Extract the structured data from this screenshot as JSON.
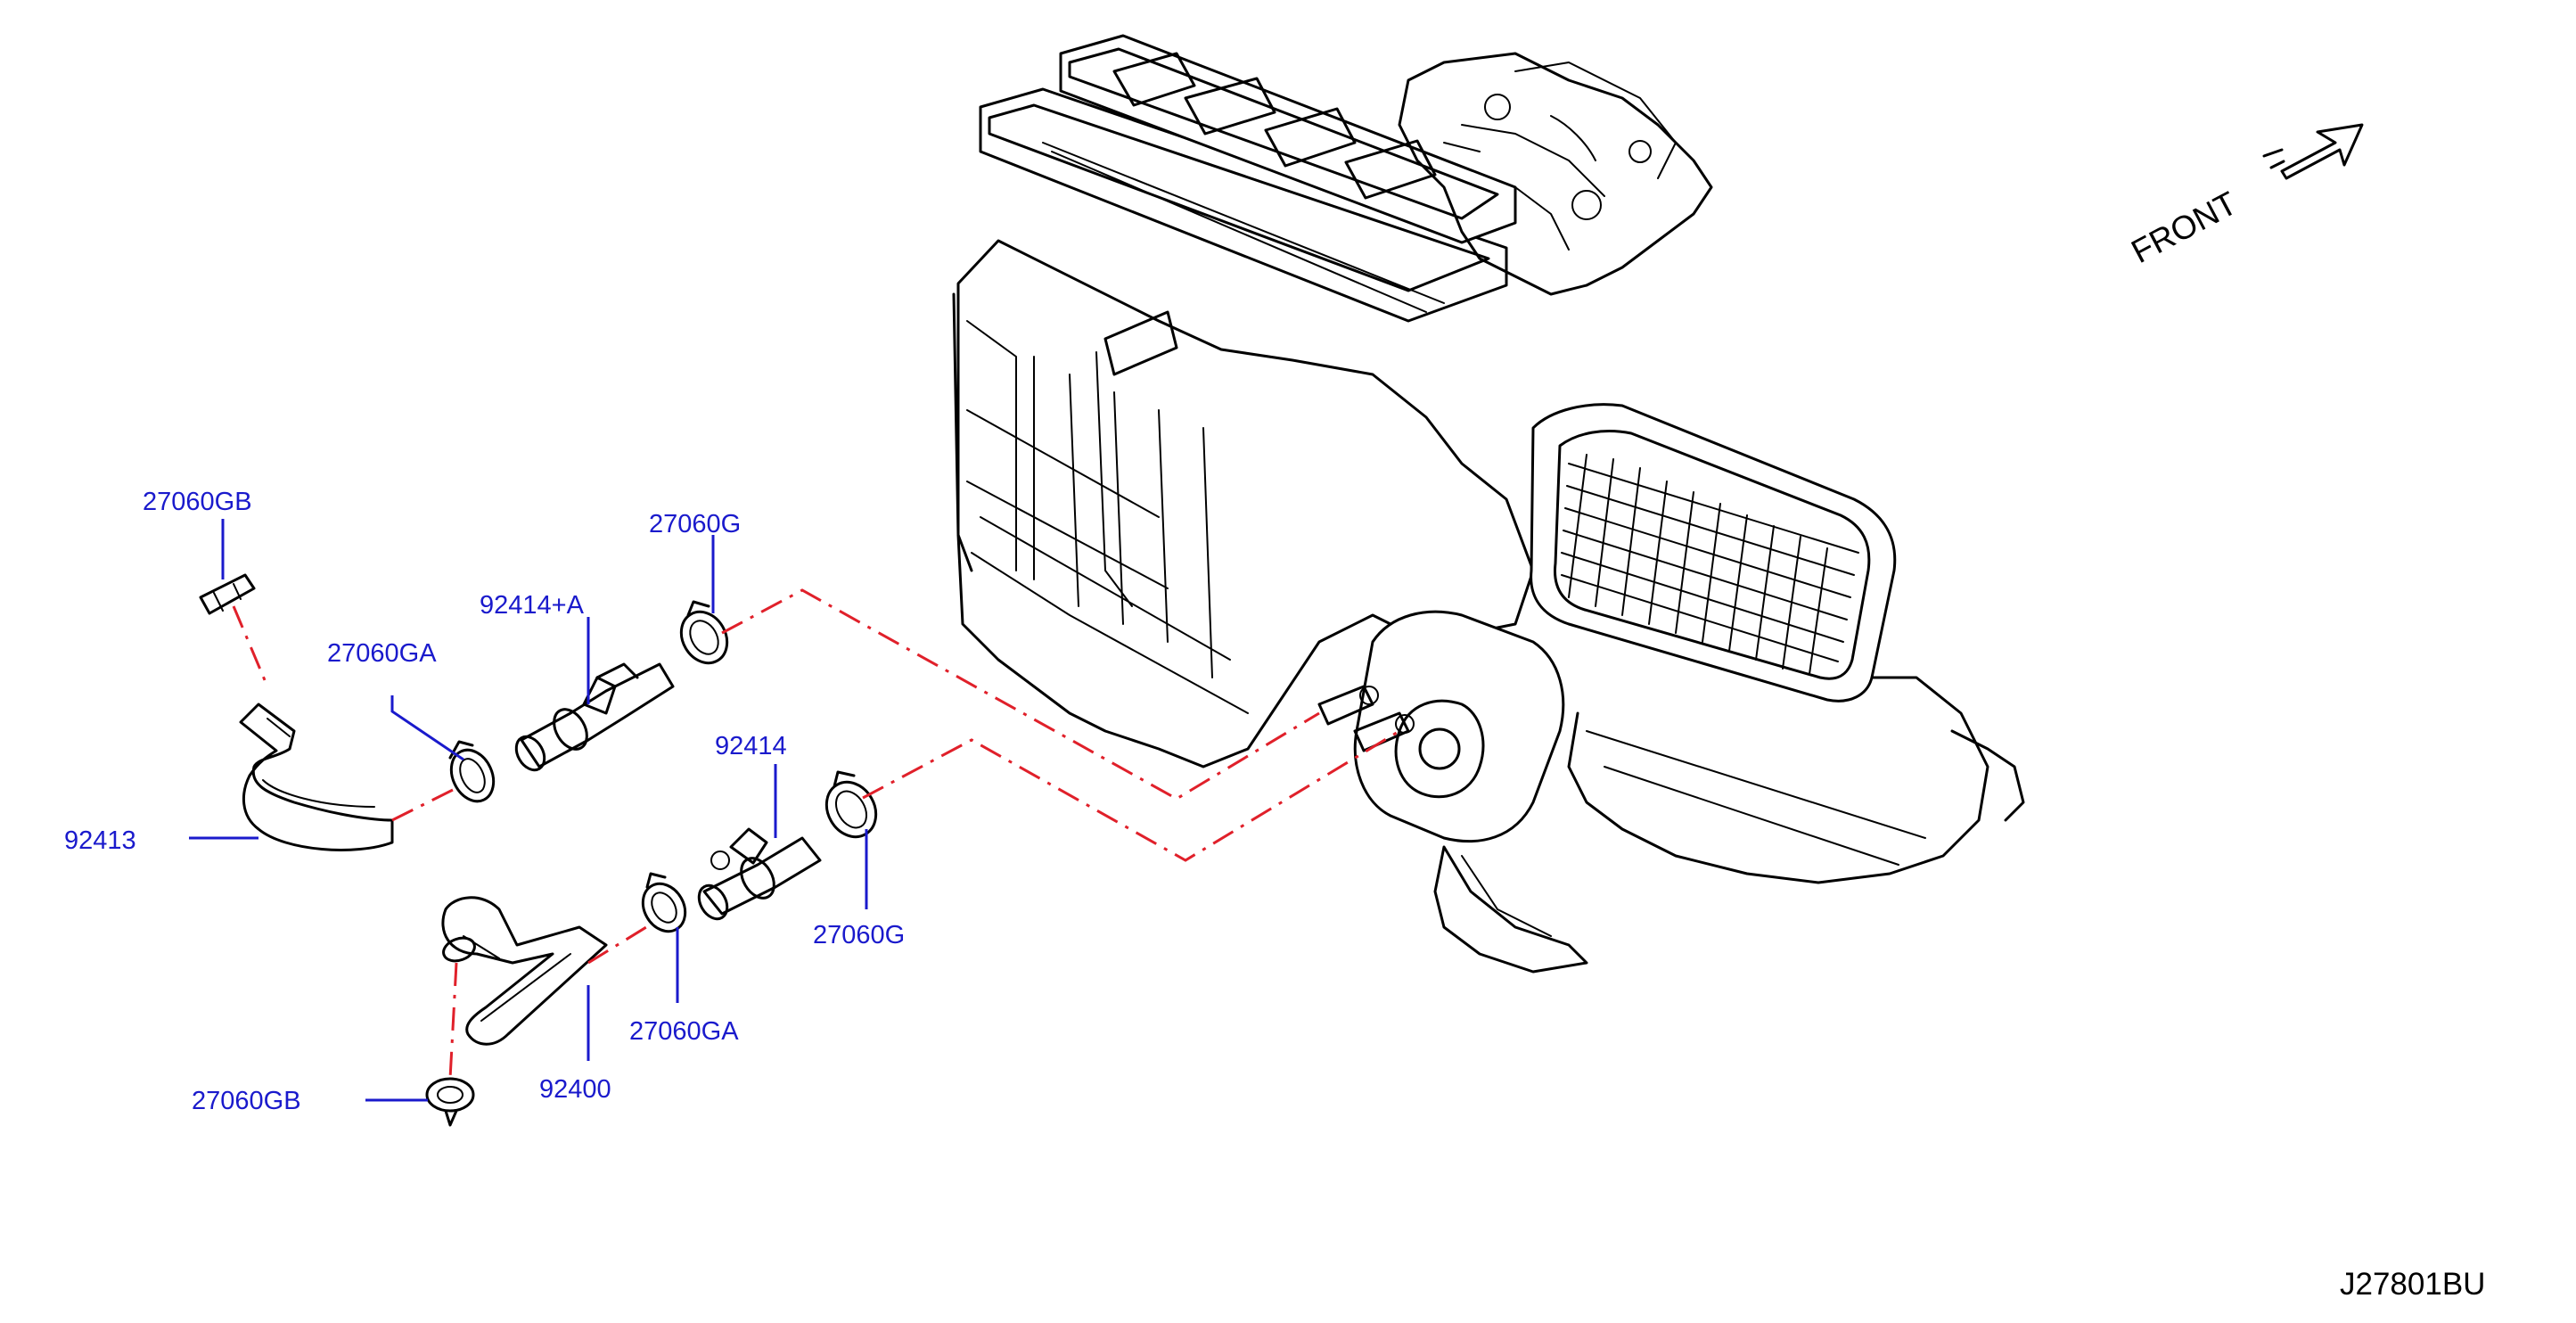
{
  "labels": {
    "clamp_gb_top": "27060GB",
    "clamp_g_top": "27060G",
    "valve_a": "92414+A",
    "clamp_ga_top": "27060GA",
    "hose_92413": "92413",
    "valve_92414": "92414",
    "clamp_g_bottom": "27060G",
    "clamp_ga_bottom": "27060GA",
    "hose_92400": "92400",
    "clamp_gb_bottom": "27060GB"
  },
  "front_label": "FRONT",
  "diagram_id": "J27801BU",
  "colors": {
    "label": "#1a1acc",
    "dash_line": "#e0202a",
    "ink": "#000000"
  }
}
